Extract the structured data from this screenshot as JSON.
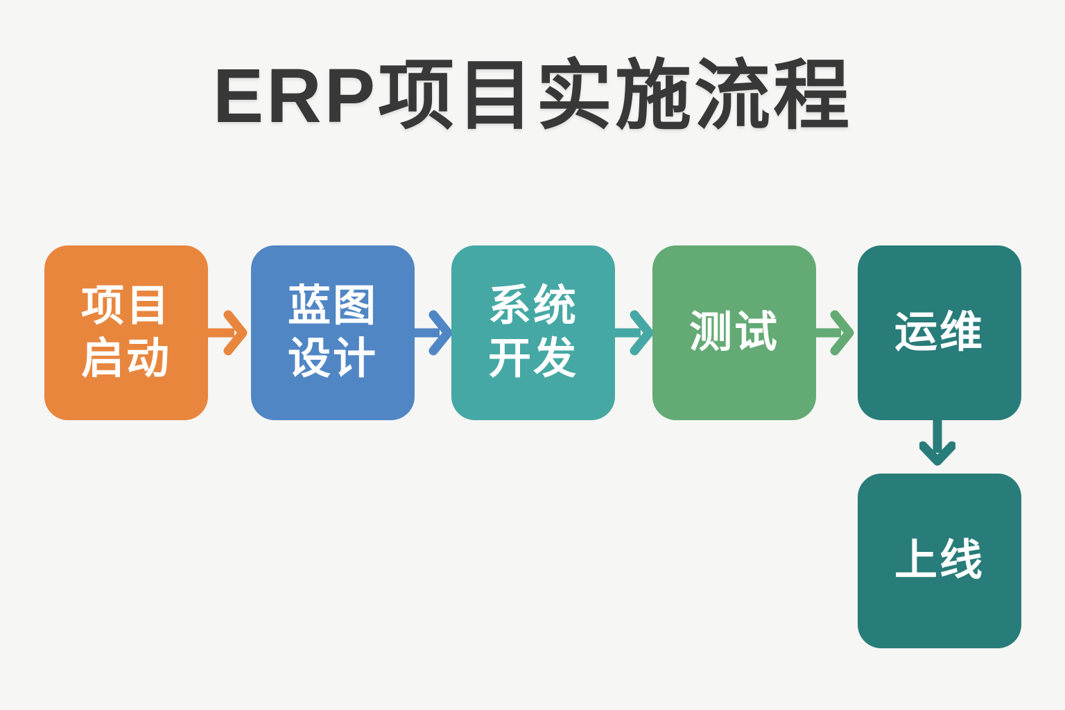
{
  "title": "ERP项目实施流程",
  "colors": {
    "background": "#f6f6f4",
    "title": "#383838",
    "step_text": "#ffffff"
  },
  "steps": [
    {
      "name": "project-kickoff",
      "label": "项目启动",
      "lines": [
        "项目",
        "启动"
      ],
      "color": "#e8863e"
    },
    {
      "name": "blueprint-design",
      "label": "蓝图设计",
      "lines": [
        "蓝图",
        "设计"
      ],
      "color": "#5186c5"
    },
    {
      "name": "system-development",
      "label": "系统开发",
      "lines": [
        "系统",
        "开发"
      ],
      "color": "#46a8a4"
    },
    {
      "name": "testing",
      "label": "测试",
      "lines": [
        "测试"
      ],
      "color": "#63aa74"
    },
    {
      "name": "operations",
      "label": "运维",
      "lines": [
        "运维"
      ],
      "color": "#287c79"
    },
    {
      "name": "go-live",
      "label": "上线",
      "lines": [
        "上线"
      ],
      "color": "#287c79"
    }
  ],
  "arrows": [
    {
      "from": "项目启动",
      "to": "蓝图设计",
      "direction": "right",
      "color": "#e8863e"
    },
    {
      "from": "蓝图设计",
      "to": "系统开发",
      "direction": "right",
      "color": "#5186c5"
    },
    {
      "from": "系统开发",
      "to": "测试",
      "direction": "right",
      "color": "#46a8a4"
    },
    {
      "from": "测试",
      "to": "运维",
      "direction": "right",
      "color": "#63aa74"
    },
    {
      "from": "运维",
      "to": "上线",
      "direction": "down",
      "color": "#287c79"
    }
  ]
}
